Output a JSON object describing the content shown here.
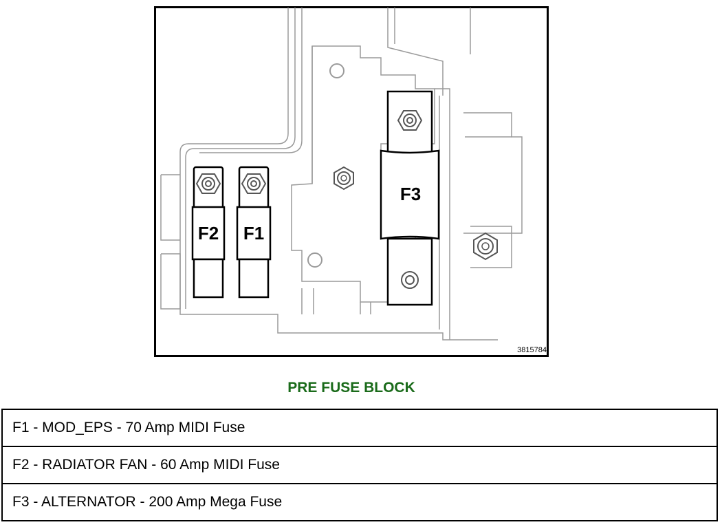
{
  "diagram": {
    "reference_number": "3815784",
    "fuses": [
      {
        "id": "F1",
        "label": "F1"
      },
      {
        "id": "F2",
        "label": "F2"
      },
      {
        "id": "F3",
        "label": "F3"
      }
    ]
  },
  "title": "PRE FUSE BLOCK",
  "legend": [
    {
      "text": "F1 - MOD_EPS - 70 Amp MIDI Fuse"
    },
    {
      "text": "F2 - RADIATOR FAN - 60 Amp MIDI Fuse"
    },
    {
      "text": "F3 - ALTERNATOR - 200 Amp Mega Fuse"
    }
  ],
  "colors": {
    "title": "#1a6b1a",
    "outline": "#000000",
    "light_line": "#9a9a9a"
  }
}
